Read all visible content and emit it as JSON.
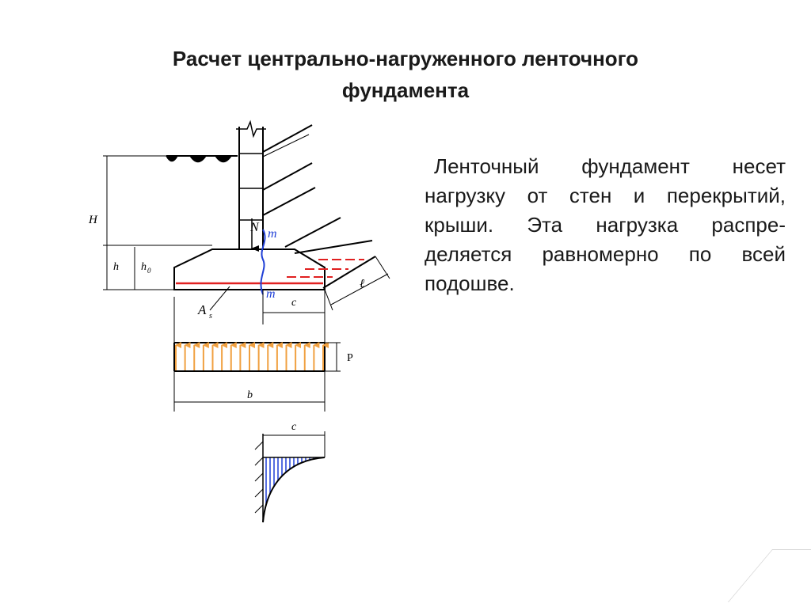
{
  "title": {
    "line1": "Расчет центрально-нагруженного ленточного",
    "line2": "фундамента"
  },
  "body": {
    "lines": [
      "Ленточный фундамент несет",
      "нагрузку от стен и перекрытий,",
      "крыши. Эта нагрузка распре-",
      "деляется равномерно по всей",
      "подошве."
    ]
  },
  "diagram": {
    "labels": {
      "H": "H",
      "h": "h",
      "h0": "h",
      "h0_sub": "0",
      "N": "N",
      "m_top": "m",
      "m_bottom": "m",
      "c_top": "c",
      "l": "ℓ",
      "As": "A",
      "As_sub": "s",
      "P": "P",
      "b": "b",
      "c_bottom": "c"
    },
    "colors": {
      "load_arrows": "#f0a040",
      "reinforcement": "#e02020",
      "moment_hatch": "#1f3fd6",
      "section_line": "#1f3fd6"
    }
  }
}
